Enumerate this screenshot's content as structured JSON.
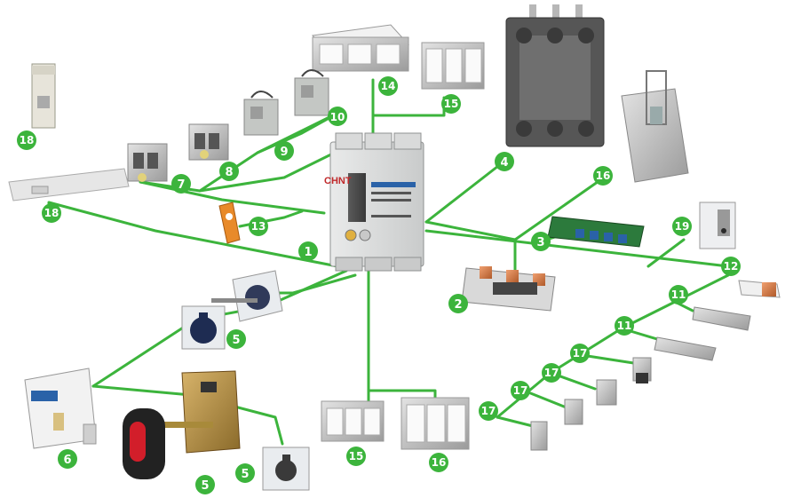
{
  "accent_color": "#3cb43c",
  "brand_text": "CHNT",
  "labels": {
    "main_breaker": "1",
    "bus_bar_pcb": "2",
    "control_board": "3",
    "plug_in_base": "4",
    "rotary_handle_front": "5",
    "rotary_handle_ext": "5",
    "rotary_handle_shaft": "5",
    "rotary_handle_panel": "5",
    "motor_operator": "6",
    "aux_contact_1": "7",
    "aux_contact_2": "8",
    "shunt_release": "9",
    "undervoltage_release": "10",
    "terminal_ext_1": "11",
    "terminal_ext_2": "11",
    "copper_connector": "12",
    "padlock": "13",
    "terminal_cover_top": "14",
    "terminal_shield_top": "15",
    "terminal_shield_bottom": "15",
    "phase_barrier_right": "16",
    "phase_barrier_bottom": "16",
    "cable_lug_1": "17",
    "cable_lug_2": "17",
    "cable_lug_3": "17",
    "cable_lug_4": "17",
    "din_adapter": "18",
    "din_rail": "18",
    "leakage_module": "19"
  }
}
